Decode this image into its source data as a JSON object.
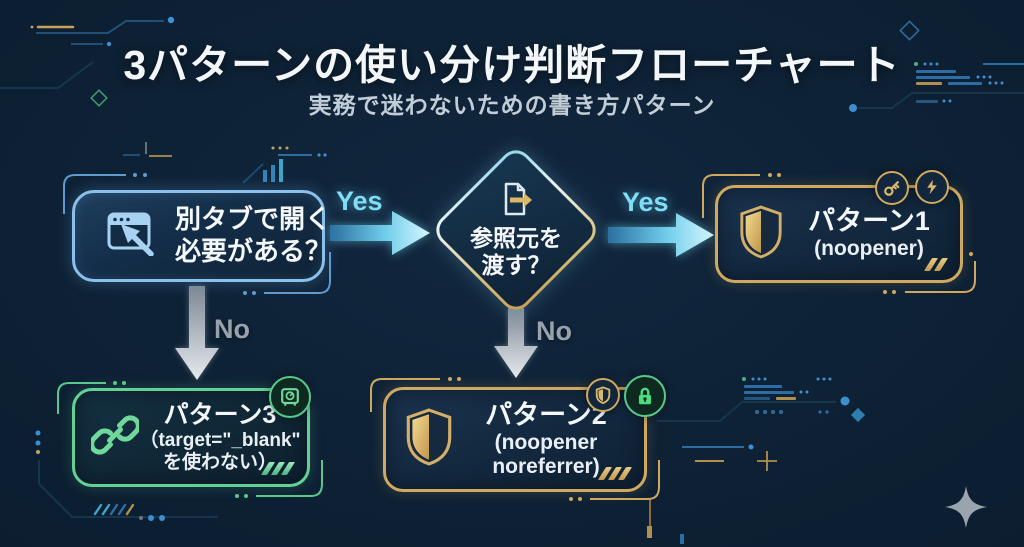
{
  "header": {
    "title": "3パターンの使い分け判断フローチャート",
    "subtitle": "実務で迷わないための書き方パターン"
  },
  "nodes": {
    "q1": {
      "line1": "別タブで開く",
      "line2": "必要がある？",
      "icon": "new-tab-window-icon"
    },
    "q2": {
      "line1": "参照元を",
      "line2": "渡す？",
      "icon": "document-export-icon"
    },
    "p1": {
      "title": "パターン1",
      "subtitle": "(noopener)",
      "icon": "shield-icon",
      "badges": [
        "key-icon",
        "lightning-icon"
      ]
    },
    "p2": {
      "title": "パターン2",
      "subtitle_line1": "(noopener",
      "subtitle_line2": "noreferrer)",
      "icon": "shield-icon",
      "badges": [
        "shield-icon",
        "lock-icon"
      ]
    },
    "p3": {
      "title": "パターン3",
      "subtitle_line1": "（target=\"_blank\"",
      "subtitle_line2": "を使わない）",
      "icon": "link-icon",
      "badges": [
        "safe-icon"
      ]
    }
  },
  "edges": {
    "yes1": "Yes",
    "yes2": "Yes",
    "no1": "No",
    "no2": "No"
  },
  "colors": {
    "background": "#0d2033",
    "accent_cyan": "#7fdef5",
    "accent_gold": "#d4af6a",
    "accent_green": "#63d193",
    "no_gray": "#98a2ac",
    "text_white": "#f5f8fb"
  }
}
